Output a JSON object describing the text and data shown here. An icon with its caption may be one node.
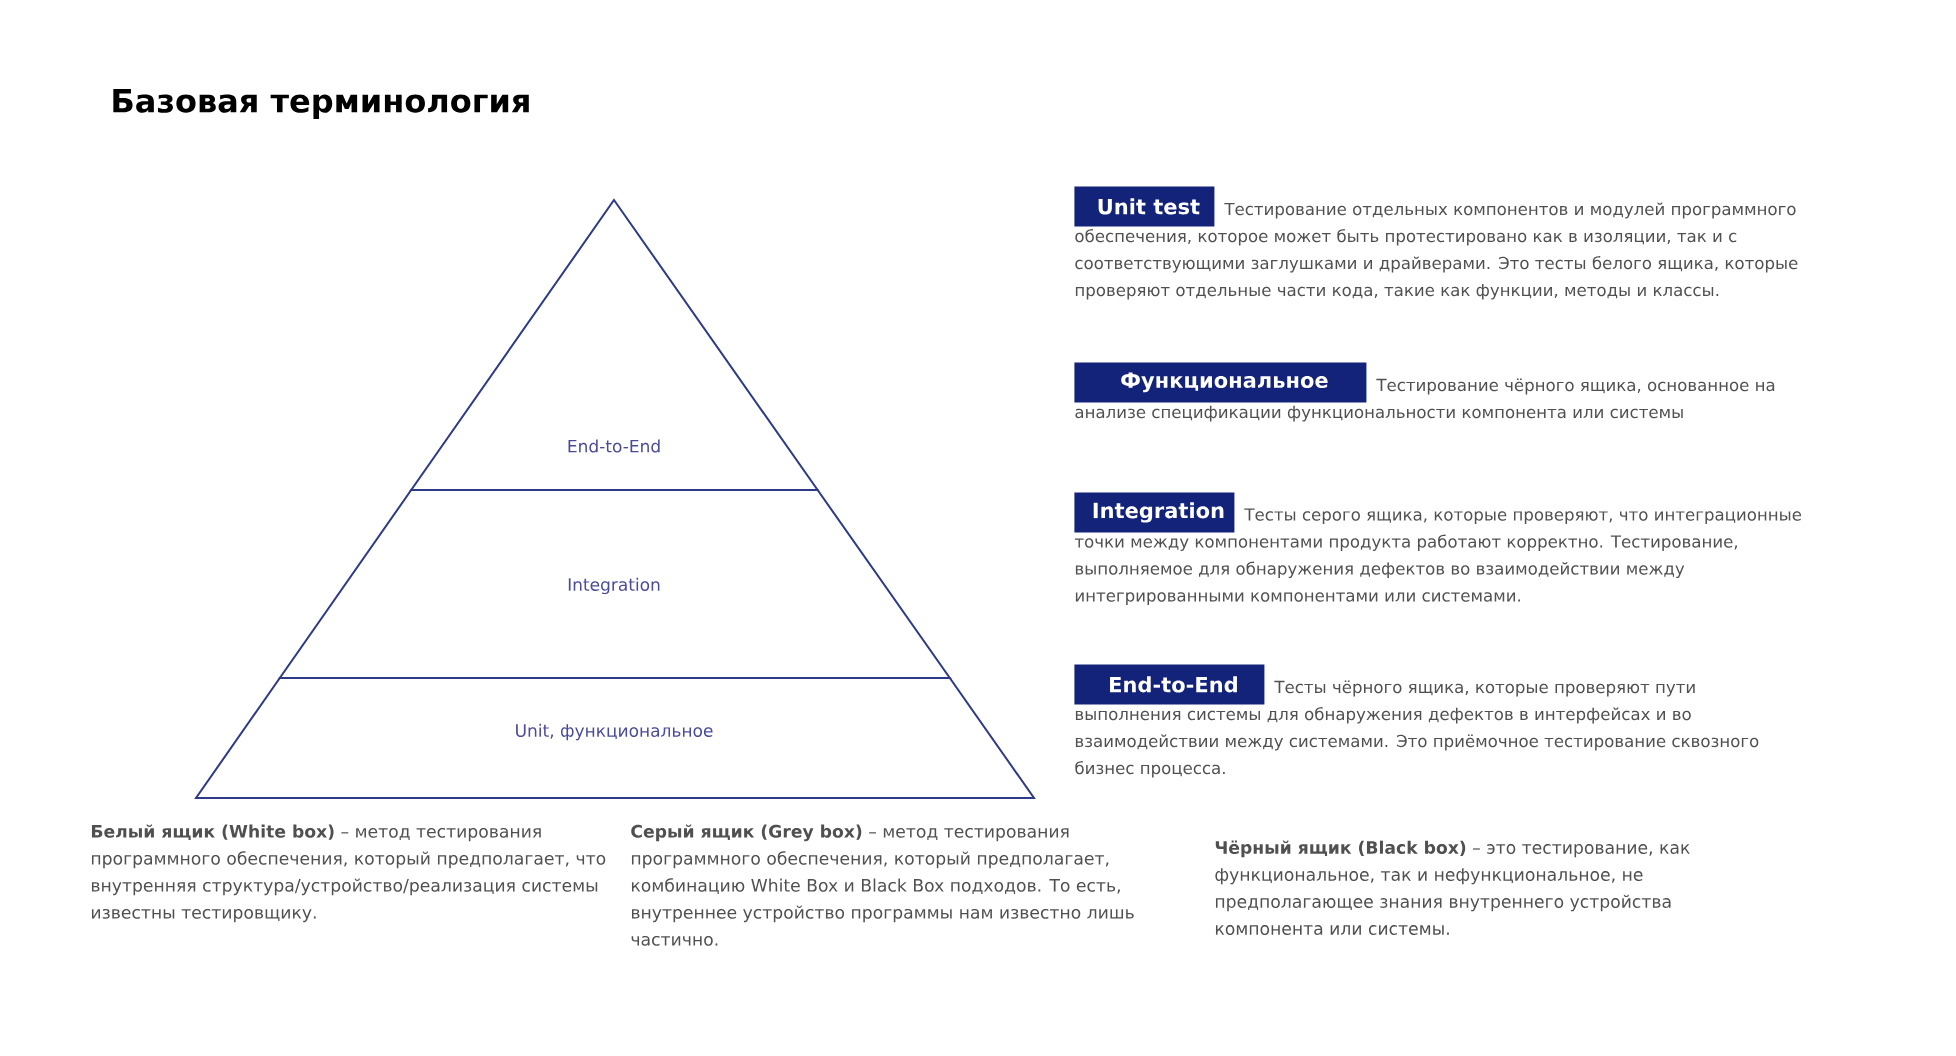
{
  "diagram": {
    "title": "Базовая терминология",
    "nodes": [
      {
        "text": [
          "End-to-End"
        ]
      },
      {
        "text": [
          "Integration"
        ]
      },
      {
        "text": [
          "Unit, функциональное"
        ]
      },
      {
        "text": [
          "Unit test"
        ],
        "beside": [
          "Тестирование отдельных компонентов и модулей программного обеспечения, которое может быть протестировано как в изоляции, так и с соответствующими заглушками и драйверами. Это тесты белого ящика, которые проверяют отдельные части кода, такие как функции, методы и классы."
        ]
      },
      {
        "text": [
          "Функциональное"
        ],
        "beside": [
          "Тестирование  чёрного ящика, основанное на анализе спецификации функциональности компонента или системы"
        ]
      },
      {
        "text": [
          "Integration"
        ],
        "beside": [
          "Тесты серого ящика, которые проверяют, что интеграционные точки между компонентами продукта работают корректно. Тестирование, выполняемое для обнаружения дефектов во взаимодействии между интегрированными компонентами или системами."
        ]
      },
      {
        "text": [
          "End-to-End"
        ],
        "beside": [
          "Тесты чёрного ящика, которые проверяют пути выполнения системы для обнаружения дефектов в интерфейсах и во взаимодействии между системами. Это приёмочное тестирование сквозного бизнес процесса."
        ]
      }
    ],
    "labels": [
      "**Белый ящик (White box)** – метод тестирования программного обеспечения, который предполагает, что внутренняя структура/устройство/реализация системы известны тестировщику.",
      "**Серый ящик (Grey box)** – метод тестирования программного обеспечения, который предполагает, комбинацию White Box и Black Box подходов. То есть, внутреннее устройство программы нам известно лишь частично.",
      "**Чёрный ящик (Black box)** – это тестирование, как функциональное, так и нефункциональное, не предполагающее знания внутреннего устройства компонента или системы."
    ]
  }
}
